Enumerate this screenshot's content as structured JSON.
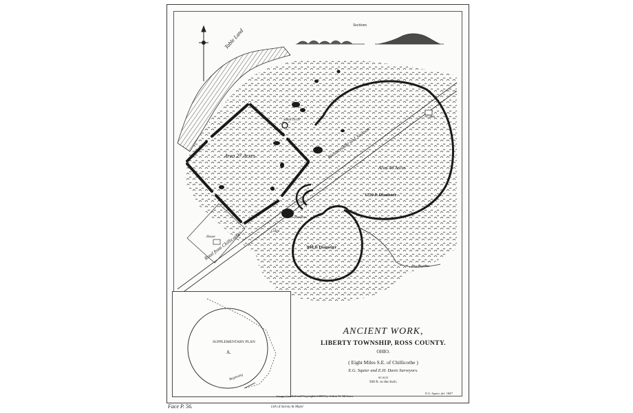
{
  "map": {
    "labels": {
      "sections": "Sections",
      "table_land": "Table Land",
      "area_27": "Area 27 Acres",
      "area_40": "Area 40 Acres",
      "diameter_large": "1720 ft Diameter",
      "diameter_small": "800 ft Diameter",
      "small_circle": "Small circle",
      "cabin_1": "Cabin",
      "cabin_2": "Cabin",
      "cabin_3": "Cabin",
      "meadow": "Meadow",
      "house": "House",
      "low_bottoms": "Low Bottoms",
      "road_left": "Road from Chillicothe",
      "road_right": "Richmondale and Jackson"
    },
    "title_block": {
      "title": "ANCIENT WORK,",
      "subtitle": "LIBERTY TOWNSHIP, ROSS COUNTY.",
      "state": "OHIO.",
      "distance": "( Eight Miles S.E. of Chillicothe )",
      "surveyors": "E.G. Squier and E.H. Davis Surveyors.",
      "scale_label": "SCALE",
      "scale_value": "500 ft. to the Inch."
    },
    "inset": {
      "title": "SUPPLEMENTARY PLAN",
      "letter": "A.",
      "beginning": "Beginning"
    },
    "credits": {
      "copyright": "Image Clarified and Copyrighted 2003 by Arthur W. McGraw",
      "artist": "E.G. Squier, del. 1847",
      "printer": "Lith of Sarony & Major",
      "page": "Face P. 56."
    }
  }
}
